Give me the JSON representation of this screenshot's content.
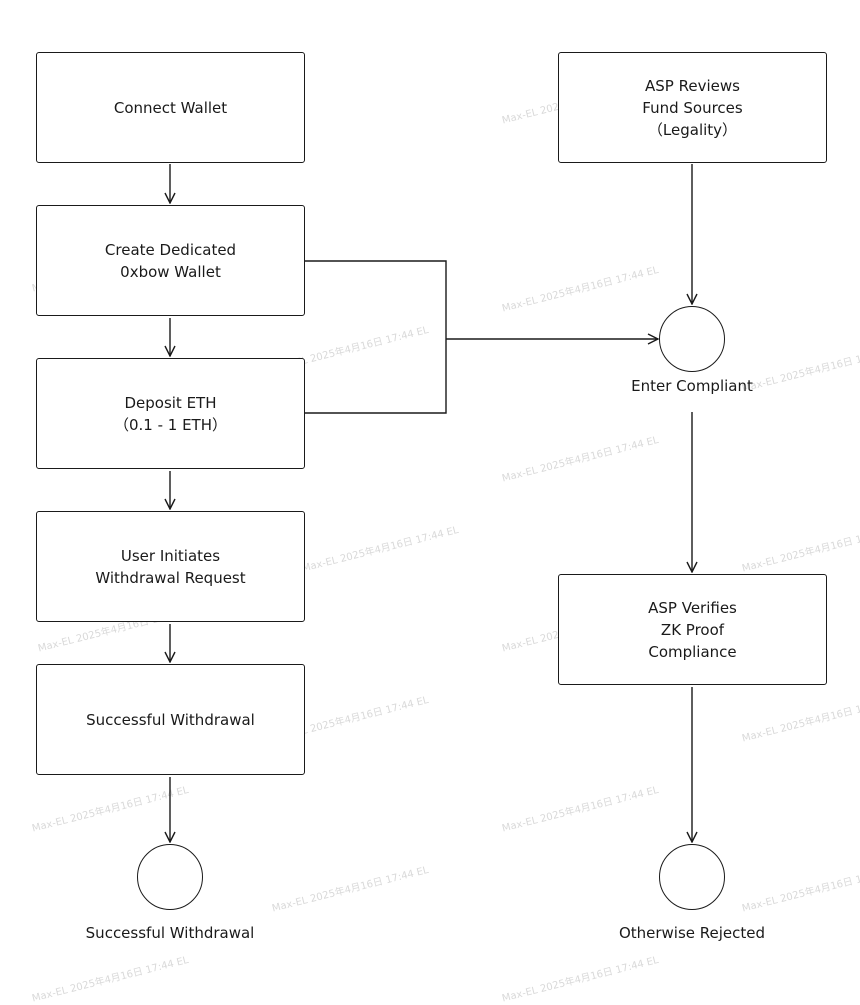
{
  "watermark": "Max-EL 2025年4月16日 17:44 EL",
  "nodes": {
    "connect_wallet": {
      "lines": [
        "Connect Wallet"
      ]
    },
    "create_wallet": {
      "lines": [
        "Create Dedicated",
        "0xbow Wallet"
      ]
    },
    "deposit_eth": {
      "lines": [
        "Deposit ETH",
        "（0.1 - 1 ETH）"
      ]
    },
    "initiate_withdrawal": {
      "lines": [
        "User  Initiates",
        "Withdrawal Request"
      ]
    },
    "successful_withdrawal_step": {
      "lines": [
        "Successful Withdrawal"
      ]
    },
    "asp_reviews": {
      "lines": [
        "ASP Reviews",
        "Fund Sources",
        "（Legality）"
      ]
    },
    "asp_verifies": {
      "lines": [
        "ASP Verifies",
        "ZK Proof",
        "Compliance"
      ]
    }
  },
  "terminals": {
    "successful_withdrawal": {
      "label": "Successful Withdrawal"
    },
    "enter_compliant": {
      "label": "Enter  Compliant"
    },
    "otherwise_rejected": {
      "label": "Otherwise Rejected"
    }
  }
}
